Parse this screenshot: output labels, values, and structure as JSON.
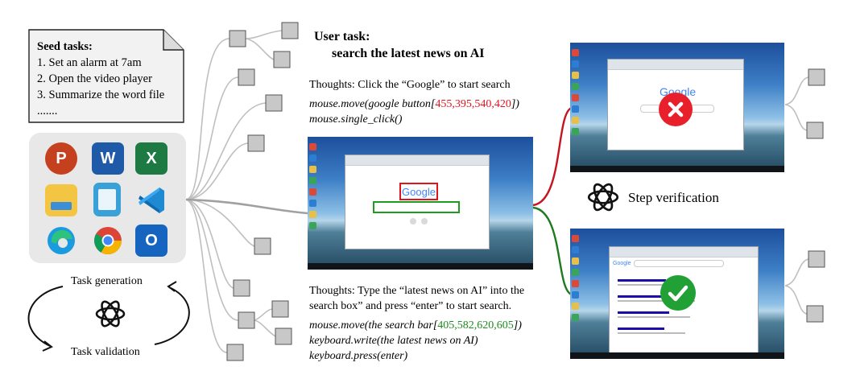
{
  "seed_tasks": {
    "title": "Seed tasks:",
    "items": [
      "1. Set an alarm at 7am",
      "2. Open the video player",
      "3. Summarize the word file",
      "......."
    ]
  },
  "apps": [
    {
      "name": "powerpoint-icon",
      "letter": "P",
      "color": "#c4401f"
    },
    {
      "name": "word-icon",
      "letter": "W",
      "color": "#1f5aa8"
    },
    {
      "name": "excel-icon",
      "letter": "X",
      "color": "#1d7a43"
    },
    {
      "name": "file-explorer-icon",
      "letter": "",
      "color": "#f4c542"
    },
    {
      "name": "notepad-icon",
      "letter": "",
      "color": "#3aa0d8"
    },
    {
      "name": "vscode-icon",
      "letter": "",
      "color": "#1f8ad2"
    },
    {
      "name": "edge-icon",
      "letter": "",
      "color": "#1a8c7a"
    },
    {
      "name": "chrome-icon",
      "letter": "",
      "color": "#db4437"
    },
    {
      "name": "outlook-icon",
      "letter": "O",
      "color": "#1565c0"
    }
  ],
  "cycle": {
    "top": "Task generation",
    "bottom": "Task validation"
  },
  "user_task": {
    "line1": "User task:",
    "line2": "search the latest news on AI"
  },
  "step1": {
    "thought": "Thoughts: Click the “Google” to start search",
    "code1_pre": "mouse.move(google button[",
    "code1_val": "455,395,540,420",
    "code1_post": "])",
    "code2": "mouse.single_click()"
  },
  "step2": {
    "thought_line1": "Thoughts: Type the “latest news on AI” into the",
    "thought_line2": "search box” and press “enter” to start search.",
    "code1_pre": "mouse.move(the search bar[",
    "code1_val": "405,582,620,605",
    "code1_post": "])",
    "code2": "keyboard.write(the latest news on AI)",
    "code3": "keyboard.press(enter)"
  },
  "google_word": "Google",
  "verification": {
    "label": "Step verification"
  },
  "colors": {
    "red": "#e0141e",
    "green": "#1e8c1e",
    "line": "#bfbfbf",
    "box_fill": "#c8c8c8"
  }
}
